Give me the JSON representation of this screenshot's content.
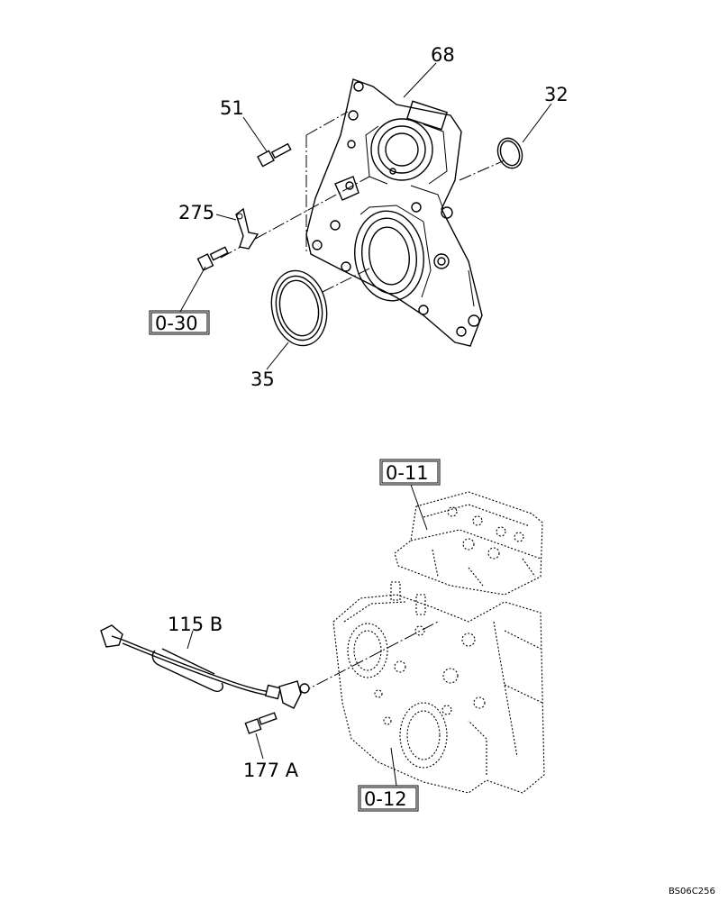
{
  "parts": {
    "p68": "68",
    "p32": "32",
    "p51": "51",
    "p275": "275",
    "p35": "35",
    "p115b": "115 B",
    "p177a": "177 A"
  },
  "refs": {
    "r030": "0-30",
    "r011": "0-11",
    "r012": "0-12"
  },
  "drawing_code": "BS06C256"
}
